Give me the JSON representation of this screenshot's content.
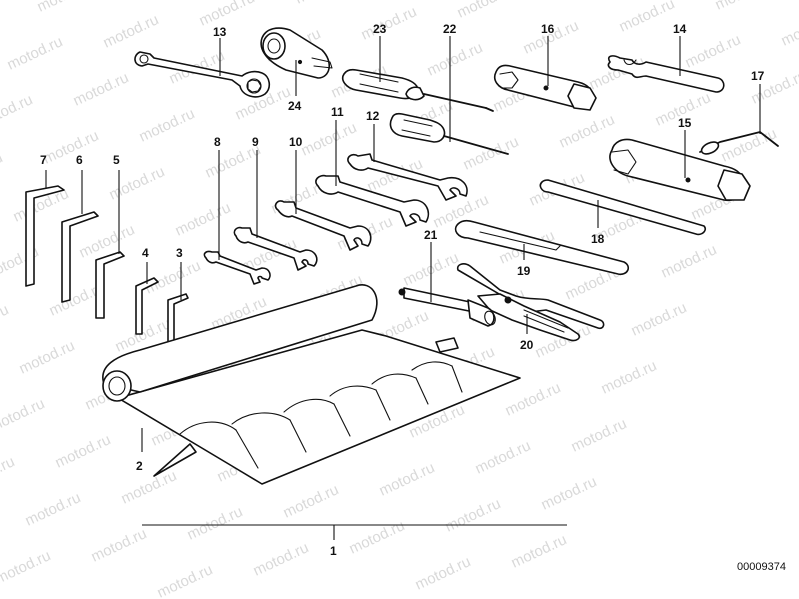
{
  "watermark": "motod.ru",
  "doc_number": "00009374",
  "callouts": [
    {
      "id": "1",
      "label": "1"
    },
    {
      "id": "2",
      "label": "2"
    },
    {
      "id": "3",
      "label": "3"
    },
    {
      "id": "4",
      "label": "4"
    },
    {
      "id": "5",
      "label": "5"
    },
    {
      "id": "6",
      "label": "6"
    },
    {
      "id": "7",
      "label": "7"
    },
    {
      "id": "8",
      "label": "8"
    },
    {
      "id": "9",
      "label": "9"
    },
    {
      "id": "10",
      "label": "10"
    },
    {
      "id": "11",
      "label": "11"
    },
    {
      "id": "12",
      "label": "12"
    },
    {
      "id": "13",
      "label": "13"
    },
    {
      "id": "14",
      "label": "14"
    },
    {
      "id": "15",
      "label": "15"
    },
    {
      "id": "16",
      "label": "16"
    },
    {
      "id": "17",
      "label": "17"
    },
    {
      "id": "18",
      "label": "18"
    },
    {
      "id": "19",
      "label": "19"
    },
    {
      "id": "20",
      "label": "20"
    },
    {
      "id": "21",
      "label": "21"
    },
    {
      "id": "22",
      "label": "22"
    },
    {
      "id": "23",
      "label": "23"
    },
    {
      "id": "24",
      "label": "24"
    }
  ]
}
